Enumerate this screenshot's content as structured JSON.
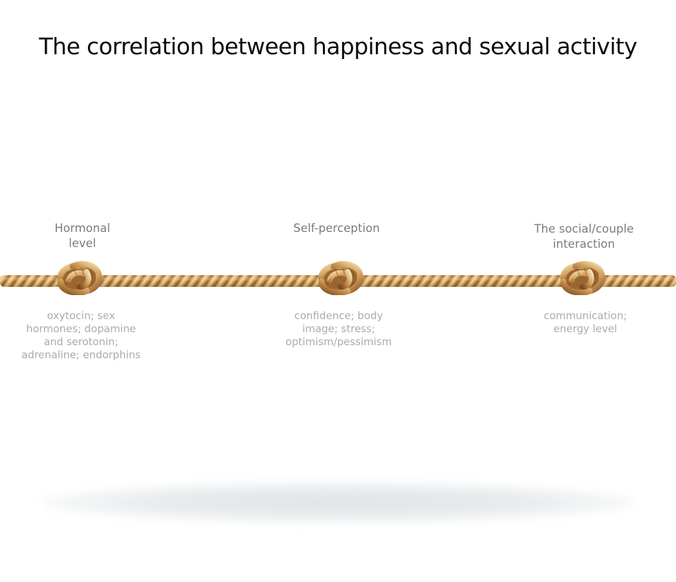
{
  "title": "The correlation between happiness and sexual activity",
  "colors": {
    "rope_light": "#f3d9a4",
    "rope_mid": "#c48f4a",
    "rope_dark": "#8a5624",
    "label": "#7a7a7a",
    "description": "#ababab",
    "title": "#0c0c0c"
  },
  "nodes": [
    {
      "label_line1": "Hormonal",
      "label_line2": "level",
      "desc_lines": [
        "oxytocin; sex",
        "hormones; dopamine",
        "and serotonin;",
        "adrenaline; endorphins"
      ],
      "icon": "rope-knot-icon"
    },
    {
      "label_line1": "Self-perception",
      "label_line2": "",
      "desc_lines": [
        "confidence; body",
        "image; stress;",
        "optimism/pessimism"
      ],
      "icon": "rope-knot-icon"
    },
    {
      "label_line1": "The social/couple",
      "label_line2": "interaction",
      "desc_lines": [
        "communication;",
        "energy level"
      ],
      "icon": "rope-knot-icon"
    }
  ]
}
